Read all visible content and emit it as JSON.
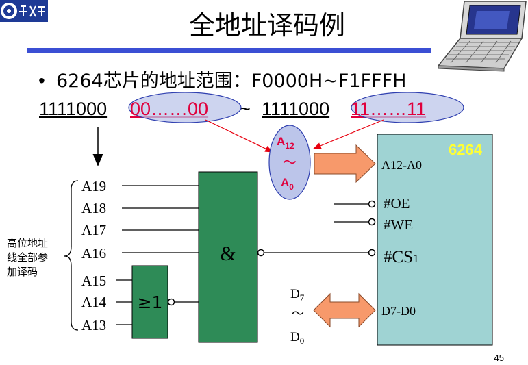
{
  "slide": {
    "title": "全地址译码例",
    "page_number": "45"
  },
  "range": {
    "bullet": "•",
    "text": "6264芯片的地址范围：F0000H~F1FFFH"
  },
  "binary": {
    "low_prefix": "1111000",
    "low_suffix": "00……00",
    "tilde": "~",
    "high_prefix": "1111000",
    "high_suffix": "11……11"
  },
  "address_lines": {
    "top_group": [
      "A19",
      "A18",
      "A17",
      "A16"
    ],
    "bottom_group": [
      "A15",
      "A14",
      "A13"
    ],
    "brace_label": [
      "高位地址",
      "线全部参",
      "加译码"
    ]
  },
  "gates": {
    "and_symbol": "&",
    "or_symbol": "≥1"
  },
  "low_address": {
    "top": "A",
    "top_sub": "12",
    "middle": "～",
    "bottom": "A",
    "bottom_sub": "0"
  },
  "chip": {
    "name": "6264",
    "address_pin_label": "A12-A0",
    "oe_label": "#OE",
    "we_label": "#WE",
    "cs_label": "#CS",
    "cs_sub": "1",
    "data_pin_label": "D7-D0"
  },
  "data_bus": {
    "top": "D",
    "top_sub": "7",
    "middle": "～",
    "bottom": "D",
    "bottom_sub": "0"
  },
  "colors": {
    "title_bar": "#3b4fd4",
    "gate_fill": "#2e8b57",
    "chip_fill": "#9fd3d3",
    "arrow_fill": "#f7996b",
    "ellipse_fill": "#bcc5ea",
    "highlight_text": "#e0003c",
    "chip_name": "#ffff33",
    "red_line": "#e8000f"
  }
}
